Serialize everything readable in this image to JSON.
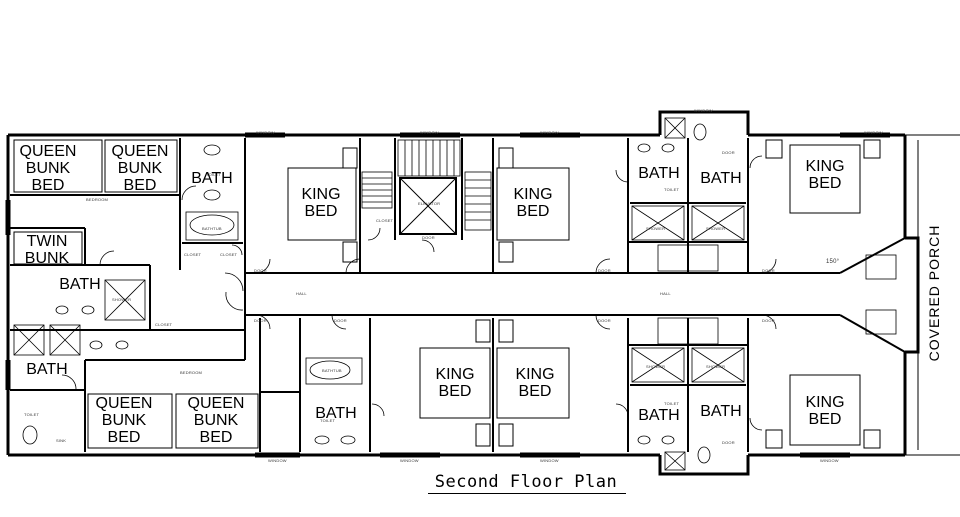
{
  "plan": {
    "title": "Second Floor Plan",
    "porch_label": "COVERED PORCH",
    "rooms": {
      "queen_bunk_1": "QUEEN\nBUNK\nBED",
      "queen_bunk_2": "QUEEN\nBUNK\nBED",
      "queen_bunk_3": "QUEEN\nBUNK\nBED",
      "queen_bunk_4": "QUEEN\nBUNK\nBED",
      "twin_bunk": "TWIN\nBUNK",
      "king_bed_1": "KING\nBED",
      "king_bed_2": "KING\nBED",
      "king_bed_3": "KING\nBED",
      "king_bed_4": "KING\nBED",
      "king_bed_5": "KING\nBED",
      "king_bed_6": "KING\nBED",
      "bath_1": "BATH",
      "bath_2": "BATH",
      "bath_3": "BATH",
      "bath_4": "BATH",
      "bath_5": "BATH",
      "bath_6": "BATH",
      "bath_7": "BATH",
      "bath_8": "BATH"
    },
    "small_labels": {
      "window": "WINDOW",
      "hall": "HALL",
      "bedroom": "BEDROOM",
      "elevator": "ELEVATOR",
      "door": "DOOR",
      "closet": "CLOSET",
      "shower": "SHOWER",
      "bathtub": "BATHTUB",
      "toilet": "TOILET",
      "sink": "SINK",
      "angle": "150°"
    }
  }
}
